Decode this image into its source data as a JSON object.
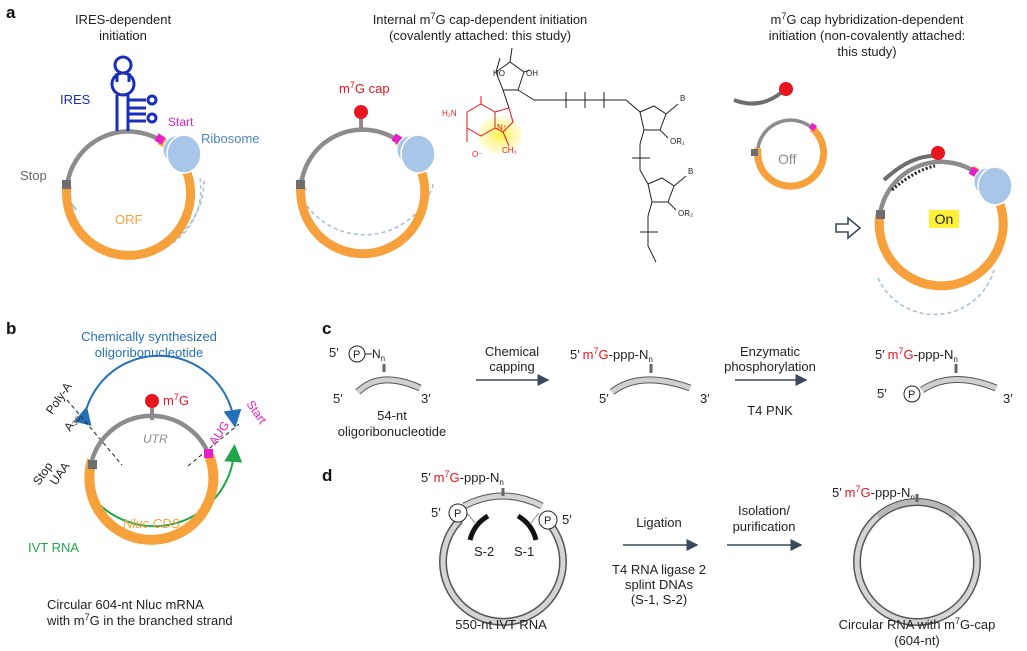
{
  "panels": {
    "a": "a",
    "b": "b",
    "c": "c",
    "d": "d"
  },
  "panel_a": {
    "left": {
      "title_line1": "IRES-dependent",
      "title_line2": "initiation",
      "ires": "IRES",
      "start": "Start",
      "ribosome": "Ribosome",
      "stop": "Stop",
      "orf": "ORF"
    },
    "middle": {
      "title_line1_pre": "Internal m",
      "title_line1_sup": "7",
      "title_line1_post": "G cap-dependent initiation",
      "title_line2": "(covalently attached: this study)",
      "cap_pre": "m",
      "cap_sup": "7",
      "cap_post": "G cap",
      "chem": {
        "oh1": "HO",
        "oh2": "OH",
        "h2n": "H₂N",
        "o_minus": "O⁻",
        "n_plus": "N⁺",
        "ch3": "CH₃",
        "b1": "B",
        "b2": "B",
        "or1": "OR₁",
        "or2": "OR₂"
      }
    },
    "right": {
      "title_line1_pre": "m",
      "title_line1_sup": "7",
      "title_line1_post": "G cap hybridization-dependent",
      "title_line2": "initiation (non-covalently attached:",
      "title_line3": "this study)",
      "off": "Off",
      "on": "On"
    }
  },
  "panel_b": {
    "title_line1": "Chemically synthesized",
    "title_line2": "oligoribonucleotide",
    "cap_pre": "m",
    "cap_sup": "7",
    "cap_post": "G",
    "utr": "UTR",
    "aug": "AUG",
    "start": "Start",
    "poly_a": "Poly-A",
    "a30": "A₃₀",
    "stop": "Stop",
    "uaa": "UAA",
    "cds": "Nluc CDS",
    "ivt": "IVT RNA",
    "caption_line1": "Circular 604-nt Nluc mRNA",
    "caption_line2_pre": "with m",
    "caption_line2_sup": "7",
    "caption_line2_post": "G in the branched strand"
  },
  "panel_c": {
    "five_prime": "5′",
    "three_prime": "3′",
    "p": "P",
    "nn": "N",
    "nn_sub": "n",
    "oligo_line1": "54-nt",
    "oligo_line2": "oligoribonucleotide",
    "step1_line1": "Chemical",
    "step1_line2": "capping",
    "cap_pre": "m",
    "cap_sup": "7",
    "cap_post": "G",
    "ppp": "-ppp-N",
    "step2_line1": "Enzymatic",
    "step2_line2": "phosphorylation",
    "enzyme": "T4 PNK"
  },
  "panel_d": {
    "five_prime": "5′",
    "p": "P",
    "s2": "S-2",
    "s1": "S-1",
    "ivt_caption": "550-nt IVT RNA",
    "step1": "Ligation",
    "reagent_line1": "T4 RNA ligase 2",
    "reagent_line2": "splint DNAs",
    "reagent_line3": "(S-1, S-2)",
    "step2_line1": "Isolation/",
    "step2_line2": "purification",
    "final_line1_pre": "Circular RNA with m",
    "final_line1_sup": "7",
    "final_line1_post": "G-cap",
    "final_line2": "(604-nt)"
  },
  "colors": {
    "orange": "#f7a13c",
    "gray": "#8c8c8c",
    "blue_ires": "#1a2fb8",
    "magenta": "#e81ec8",
    "ribosome": "#a8c6e8",
    "red": "#e8141e",
    "green": "#1fa84a",
    "arrow_blue": "#2670b8",
    "highlight": "#fff236"
  }
}
